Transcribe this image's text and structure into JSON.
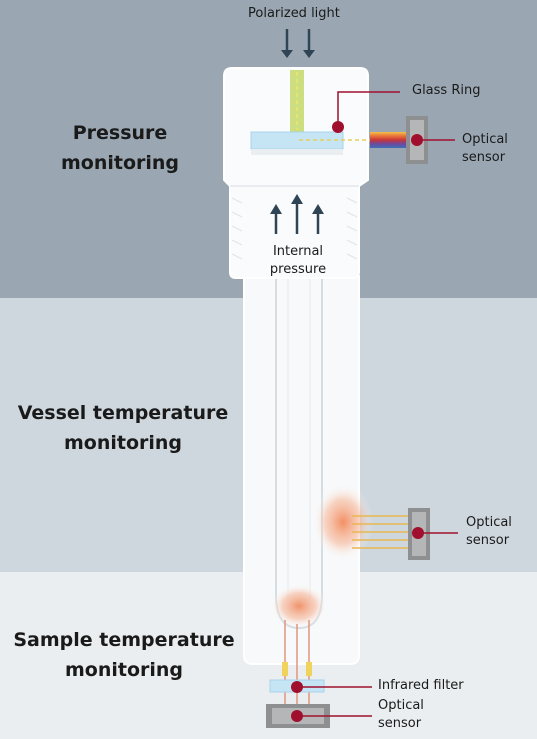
{
  "labels": {
    "polarized_light": "Polarized light",
    "glass_ring": "Glass Ring",
    "optical_sensor_pressure": "Optical\nsensor",
    "internal_pressure": "Internal\npressure",
    "optical_sensor_vessel": "Optical\nsensor",
    "infrared_filter": "Infrared filter",
    "optical_sensor_sample": "Optical\nsensor"
  },
  "sections": {
    "pressure": "Pressure\nmonitoring",
    "vessel": "Vessel temperature\nmonitoring",
    "sample": "Sample temperature\nmonitoring"
  },
  "colors": {
    "band_top": "#9aa7b2",
    "band_mid": "#cfd7de",
    "band_bottom": "#eaeef1",
    "marker": "#a0102e",
    "arrow": "#2f4556",
    "heat": "#f5a07a"
  }
}
